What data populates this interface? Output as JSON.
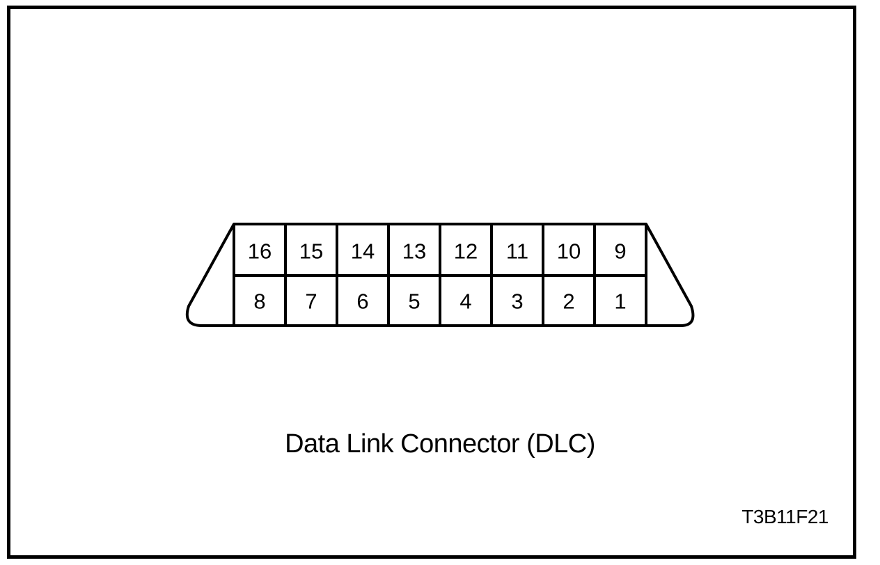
{
  "diagram": {
    "caption": "Data Link Connector (DLC)",
    "figure_code": "T3B11F21",
    "connector": {
      "top_row_pins": [
        "16",
        "15",
        "14",
        "13",
        "12",
        "11",
        "10",
        "9"
      ],
      "bottom_row_pins": [
        "8",
        "7",
        "6",
        "5",
        "4",
        "3",
        "2",
        "1"
      ]
    },
    "colors": {
      "line": "#000000",
      "background": "#ffffff"
    }
  }
}
